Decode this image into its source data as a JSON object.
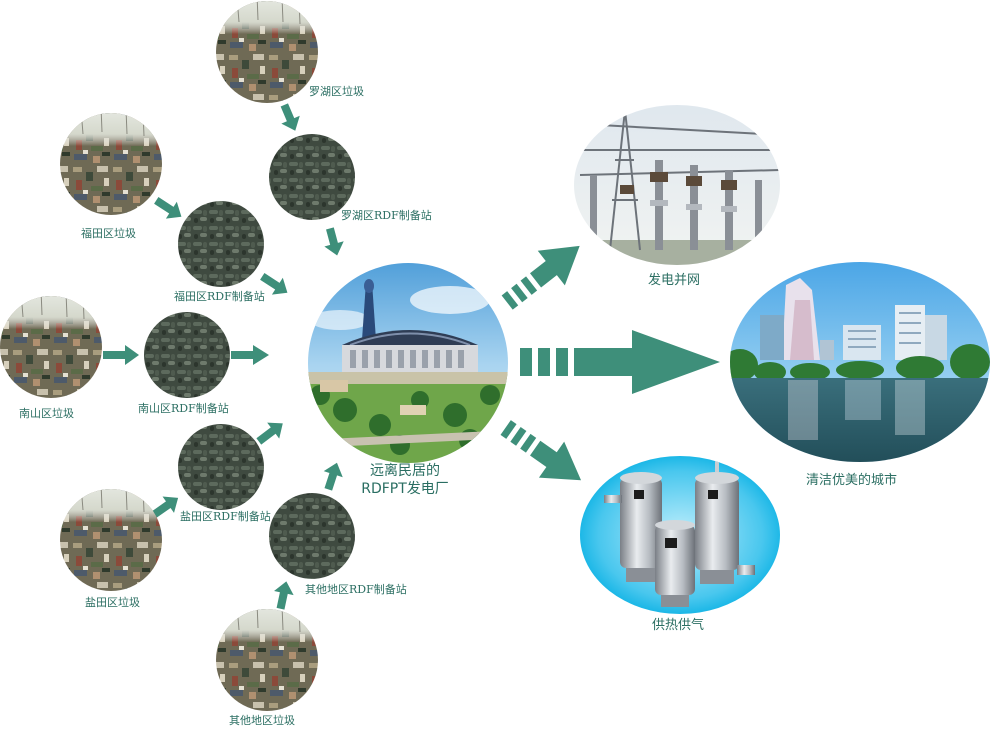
{
  "nodes": {
    "luohu_waste": "罗湖区垃圾",
    "luohu_rdf": "罗湖区RDF制备站",
    "futian_waste": "福田区垃圾",
    "futian_rdf": "福田区RDF制备站",
    "nanshan_waste": "南山区垃圾",
    "nanshan_rdf": "南山区RDF制备站",
    "yantian_rdf": "盐田区RDF制备站",
    "yantian_waste": "盐田区垃圾",
    "other_rdf": "其他地区RDF制备站",
    "other_waste": "其他地区垃圾",
    "plant_line1": "远离民居的",
    "plant_line2": "RDFPT发电厂",
    "grid": "发电并网",
    "city": "清洁优美的城市",
    "heat": "供热供气"
  },
  "colors": {
    "arrow": "#3e8f7a",
    "label": "#2c6f63",
    "sky": "#8fc6ee",
    "heat_bg": "#18b6e6"
  }
}
